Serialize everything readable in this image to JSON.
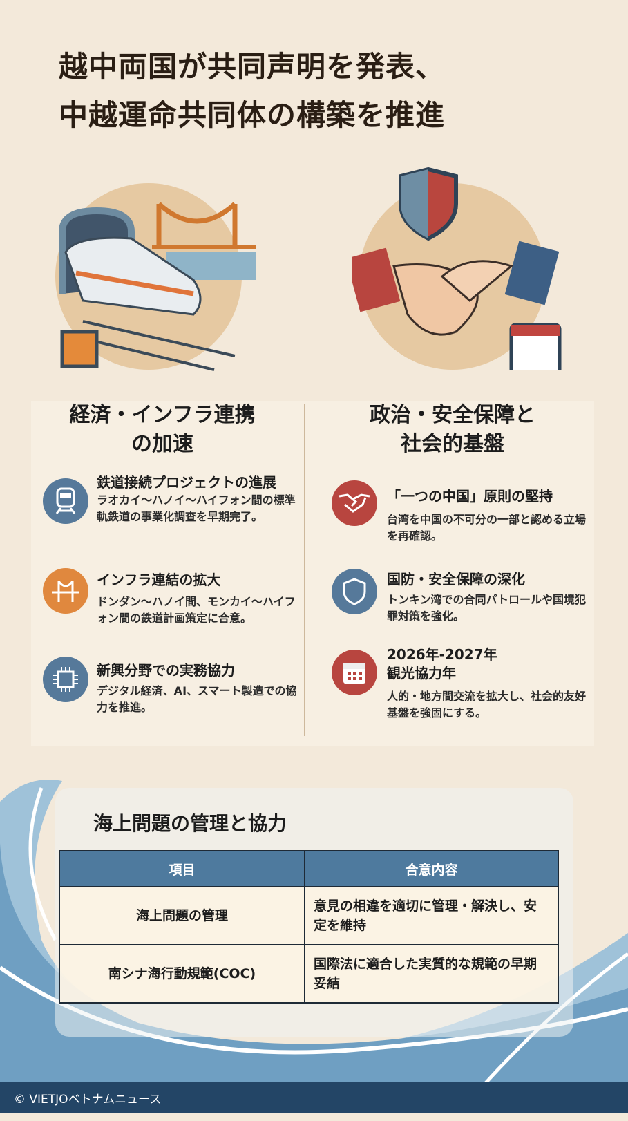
{
  "title": {
    "line1": "越中両国が共同声明を発表、",
    "line2": "中越運命共同体の構築を推進"
  },
  "left_section": {
    "heading_line1": "経済・インフラ連携",
    "heading_line2": "の加速",
    "items": [
      {
        "icon": "train-icon",
        "title": "鉄道接続プロジェクトの進展",
        "desc": "ラオカイ～ハノイ～ハイフォン間の標準軌鉄道の事業化調査を早期完了。"
      },
      {
        "icon": "bridge-icon",
        "title": "インフラ連結の拡大",
        "desc": "ドンダン～ハノイ間、モンカイ～ハイフォン間の鉄道計画策定に合意。"
      },
      {
        "icon": "chip-icon",
        "title": "新興分野での実務協力",
        "desc": "デジタル経済、AI、スマート製造での協力を推進。"
      }
    ]
  },
  "right_section": {
    "heading_line1": "政治・安全保障と",
    "heading_line2": "社会的基盤",
    "items": [
      {
        "icon": "handshake-icon",
        "title": "「一つの中国」原則の堅持",
        "desc": "台湾を中国の不可分の一部と認める立場を再確認。"
      },
      {
        "icon": "shield-icon",
        "title": "国防・安全保障の深化",
        "desc": "トンキン湾での合同パトロールや国境犯罪対策を強化。"
      },
      {
        "icon": "calendar-icon",
        "title": "2026年-2027年 観光協力年",
        "desc": "人的・地方間交流を拡大し、社会的友好基盤を強固にする。"
      }
    ]
  },
  "maritime": {
    "heading": "海上問題の管理と協力",
    "columns": [
      "項目",
      "合意内容"
    ],
    "rows": [
      [
        "海上問題の管理",
        "意見の相違を適切に管理・解決し、安定を維持"
      ],
      [
        "南シナ海行動規範(COC)",
        "国際法に適合した実質的な規範の早期妥結"
      ]
    ]
  },
  "footer": {
    "copyright": "© VIETJOベトナムニュース"
  },
  "colors": {
    "blue": "#56799a",
    "orange": "#e0883e",
    "red": "#b8453f",
    "navy": "#234566"
  }
}
